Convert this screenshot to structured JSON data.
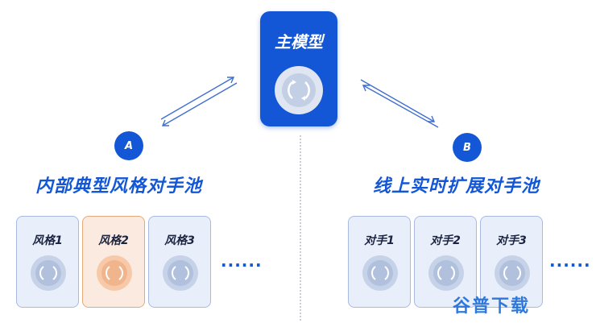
{
  "main_model": {
    "title": "主模型"
  },
  "left_section": {
    "badge": "A",
    "title": "内部典型风格对手池",
    "cards": [
      {
        "label": "风格1",
        "selected": false
      },
      {
        "label": "风格2",
        "selected": true
      },
      {
        "label": "风格3",
        "selected": false
      }
    ],
    "ellipsis": "......"
  },
  "right_section": {
    "badge": "B",
    "title": "线上实时扩展对手池",
    "cards": [
      {
        "label": "对手1"
      },
      {
        "label": "对手2"
      },
      {
        "label": "对手3"
      }
    ],
    "ellipsis": "......"
  },
  "watermark": "谷普下载",
  "colors": {
    "brand_blue": "#1357d6",
    "card_blue": "#e9eefb",
    "card_highlight": "#fbeadf"
  },
  "icons": {
    "model_icon": "cycle-icon",
    "arrows": "bidirectional-arrow-icon"
  }
}
